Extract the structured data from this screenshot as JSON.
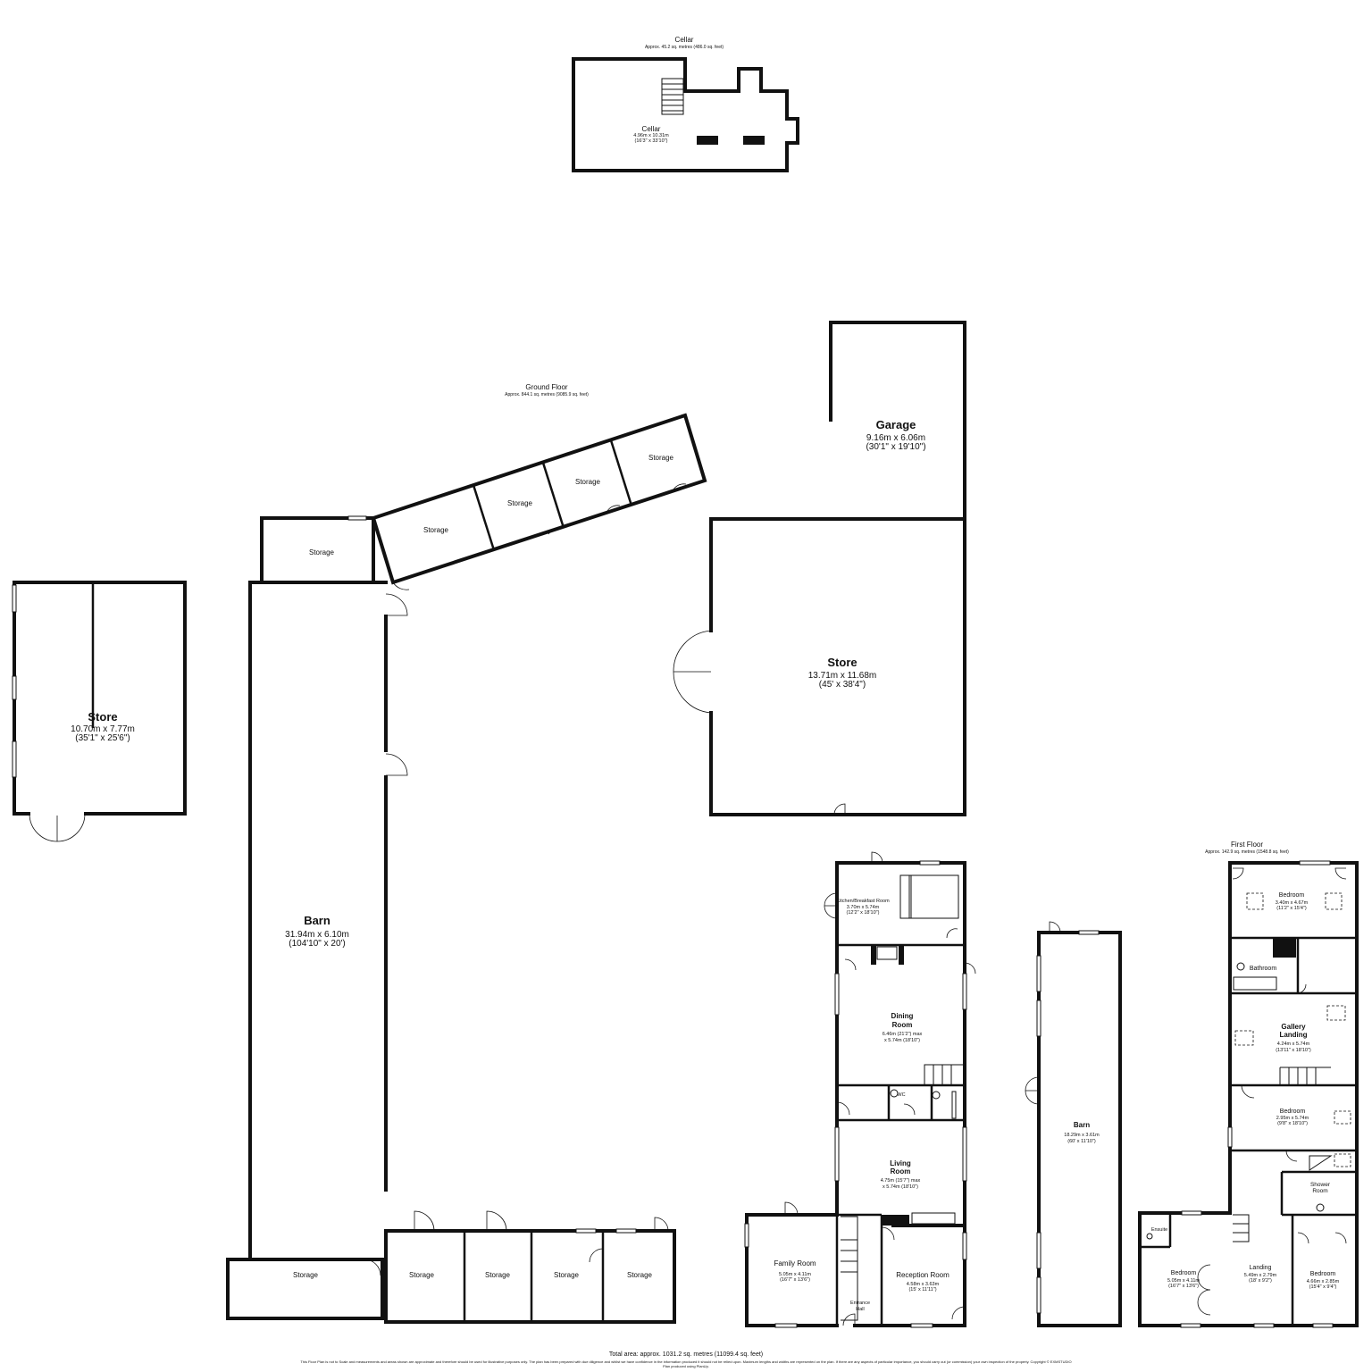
{
  "floors": {
    "cellar": {
      "title": "Cellar",
      "area": "Approx. 45.2 sq. metres (486.0 sq. feet)"
    },
    "ground": {
      "title": "Ground Floor",
      "area": "Approx. 844.1 sq. metres (9085.9 sq. feet)"
    },
    "first": {
      "title": "First Floor",
      "area": "Approx. 142.9 sq. metres (1548.8 sq. feet)"
    }
  },
  "rooms": {
    "cellar": {
      "name": "Cellar",
      "dim_m": "4.96m x 10.31m",
      "dim_ft": "(16'3\" x 33'10\")"
    },
    "store_left": {
      "name": "Store",
      "dim_m": "10.70m x 7.77m",
      "dim_ft": "(35'1\" x 25'6\")"
    },
    "barn_main": {
      "name": "Barn",
      "dim_m": "31.94m x 6.10m",
      "dim_ft": "(104'10\" x 20')"
    },
    "garage": {
      "name": "Garage",
      "dim_m": "9.16m x 6.06m",
      "dim_ft": "(30'1\" x 19'10\")"
    },
    "store_right": {
      "name": "Store",
      "dim_m": "13.71m x 11.68m",
      "dim_ft": "(45' x 38'4\")"
    },
    "storage": "Storage",
    "kitchen": {
      "name": "Kitchen/Breakfast Room",
      "dim_m": "3.70m x 5.74m",
      "dim_ft": "(12'2\" x 18'10\")"
    },
    "dining": {
      "name_1": "Dining",
      "name_2": "Room",
      "dim_1": "6.46m (21'2\") max",
      "dim_2": "x 5.74m (18'10\")"
    },
    "wc": "WC",
    "living": {
      "name_1": "Living",
      "name_2": "Room",
      "dim_1": "4.75m (15'7\") max",
      "dim_2": "x 5.74m (18'10\")"
    },
    "family": {
      "name": "Family Room",
      "dim_m": "5.05m x 4.11m",
      "dim_ft": "(16'7\" x 13'6\")"
    },
    "entrance": {
      "name_1": "Entrance",
      "name_2": "Hall"
    },
    "reception": {
      "name": "Reception Room",
      "dim_m": "4.58m x 3.63m",
      "dim_ft": "(15' x 11'11\")"
    },
    "barn_small": {
      "name": "Barn",
      "dim_m": "18.29m x 3.61m",
      "dim_ft": "(60' x 11'10\")"
    },
    "bedroom_top": {
      "name": "Bedroom",
      "dim_m": "3.40m x 4.67m",
      "dim_ft": "(11'2\" x 15'4\")"
    },
    "bathroom": "Bathroom",
    "gallery": {
      "name_1": "Gallery",
      "name_2": "Landing",
      "dim_m": "4.24m x 5.74m",
      "dim_ft": "(13'11\" x 18'10\")"
    },
    "bedroom_mid": {
      "name": "Bedroom",
      "dim_m": "2.95m x 5.74m",
      "dim_ft": "(9'8\" x 18'10\")"
    },
    "shower": {
      "name_1": "Shower",
      "name_2": "Room"
    },
    "ensuite": "Ensuite",
    "bedroom_left": {
      "name": "Bedroom",
      "dim_m": "5.05m x 4.11m",
      "dim_ft": "(16'7\" x 13'6\")"
    },
    "landing": {
      "name": "Landing",
      "dim_m": "5.49m x 2.79m",
      "dim_ft": "(18' x 9'2\")"
    },
    "bedroom_right": {
      "name": "Bedroom",
      "dim_m": "4.66m x 2.85m",
      "dim_ft": "(15'4\" x 9'4\")"
    }
  },
  "footer": {
    "total": "Total area: approx. 1031.2 sq. metres (11099.4 sq. feet)",
    "disclaimer": "This Floor Plan is not to Scale and measurements and areas shown are approximate and therefore should be used for illustrative purposes only. The plan has been prepared with due diligence and whilst we have confidence in the information produced it should not be relied upon. Maximum lengths and widths are represented on the plan. If there are any aspects of particular importance, you should carry out (or commission) your own inspection of the property. Copyright © EXMSTUDIO",
    "credit": "Plan produced using PlanUp."
  },
  "colors": {
    "line": "#111111",
    "background": "#ffffff"
  }
}
